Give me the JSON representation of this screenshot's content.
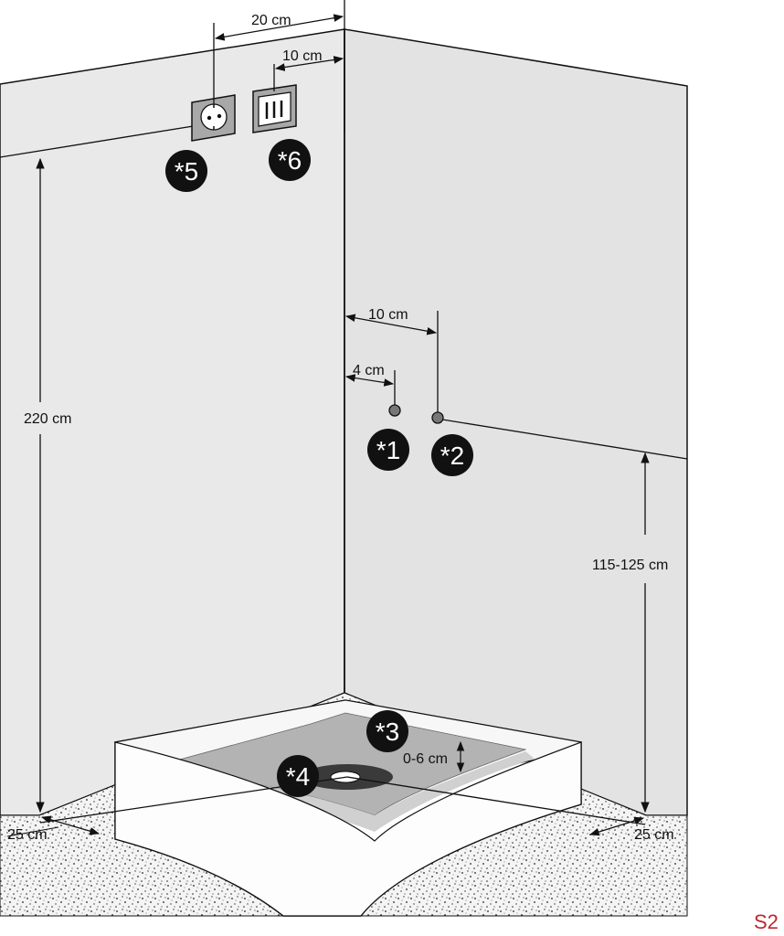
{
  "dimensions": {
    "width_socket_corner": "20 cm",
    "width_switch_corner": "10 cm",
    "height_total": "220 cm",
    "pipe_offset_far": "10 cm",
    "pipe_offset_near": "4 cm",
    "pipe_height": "115-125 cm",
    "tray_depth": "0-6 cm",
    "floor_left": "25 cm",
    "floor_right": "25 cm"
  },
  "markers": {
    "m1": "*1",
    "m2": "*2",
    "m3": "*3",
    "m4": "*4",
    "m5": "*5",
    "m6": "*6"
  },
  "page_label": "S2",
  "colors": {
    "wall_left": "#e9e9e9",
    "wall_right": "#e3e3e3",
    "floor": "#f2f2f2",
    "tray_basin": "#b3b3b3",
    "marker_fill": "#111111",
    "label_red": "#c0272d"
  },
  "icons": {
    "socket": "power-socket-icon",
    "switch": "switch-icon",
    "drain": "drain-icon",
    "pipe": "pipe-connection-icon"
  }
}
